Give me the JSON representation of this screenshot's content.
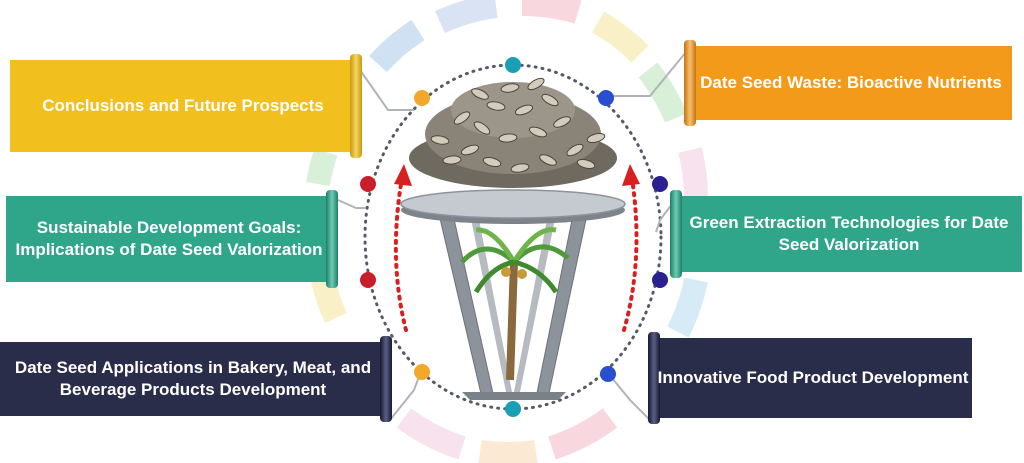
{
  "diagram": {
    "items": [
      {
        "id": "tl",
        "label": "Conclusions and Future Prospects",
        "color": "#f2c01e"
      },
      {
        "id": "tr",
        "label": "Date Seed Waste: Bioactive Nutrients",
        "color": "#f39a1b"
      },
      {
        "id": "ml",
        "label": "Sustainable Development Goals: Implications of Date Seed Valorization",
        "color": "#2fa58a"
      },
      {
        "id": "mr",
        "label": "Green Extraction Technologies for Date Seed Valorization",
        "color": "#2fa58a"
      },
      {
        "id": "bl",
        "label": "Date Seed Applications in Bakery, Meat, and Beverage Products Development",
        "color": "#2a2d4a"
      },
      {
        "id": "br",
        "label": "Innovative Food Product Development",
        "color": "#2a2d4a"
      }
    ],
    "ring_colors": [
      "#bcd4ee",
      "#f6c6d2",
      "#f6eab0",
      "#c8e8c8",
      "#c5e2f2",
      "#f3d6e6",
      "#fbe0c0"
    ],
    "node_colors": {
      "teal": "#1aa0b4",
      "orange": "#f2a82a",
      "blue": "#2a4ed0",
      "red": "#c8202a",
      "navy": "#2b2090"
    },
    "arrow_color": "#d82020",
    "table_color": "#9aa0a6"
  }
}
